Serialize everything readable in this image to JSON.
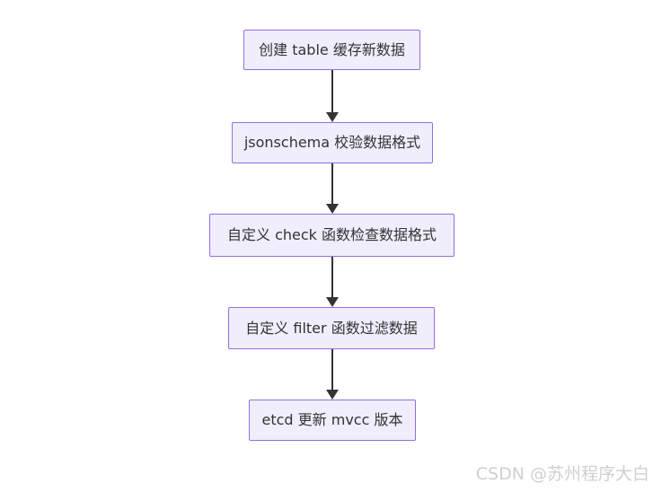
{
  "diagram": {
    "type": "flowchart-vertical",
    "nodes": [
      {
        "id": "create-table",
        "label": "创建 table 缓存新数据"
      },
      {
        "id": "jsonschema",
        "label": "jsonschema 校验数据格式"
      },
      {
        "id": "check-fn",
        "label": "自定义 check 函数检查数据格式"
      },
      {
        "id": "filter-fn",
        "label": "自定义 filter 函数过滤数据"
      },
      {
        "id": "etcd-mvcc",
        "label": "etcd 更新 mvcc 版本"
      }
    ],
    "edges": [
      {
        "from": "create-table",
        "to": "jsonschema"
      },
      {
        "from": "jsonschema",
        "to": "check-fn"
      },
      {
        "from": "check-fn",
        "to": "filter-fn"
      },
      {
        "from": "filter-fn",
        "to": "etcd-mvcc"
      }
    ],
    "colors": {
      "node_fill": "#f0edfc",
      "node_border": "#9370DB",
      "arrow": "#333333",
      "text": "#333333",
      "background": "#ffffff",
      "watermark": "#cfcfcf"
    }
  },
  "watermark": {
    "text": "CSDN @苏州程序大白"
  }
}
